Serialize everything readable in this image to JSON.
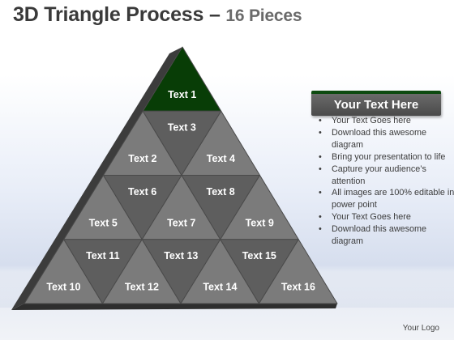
{
  "title": {
    "main": "3D Triangle Process – ",
    "sub": "16 Pieces"
  },
  "pieces": [
    "Text 1",
    "Text 2",
    "Text 3",
    "Text 4",
    "Text 5",
    "Text 6",
    "Text 7",
    "Text 8",
    "Text 9",
    "Text 10",
    "Text 11",
    "Text 12",
    "Text 13",
    "Text 14",
    "Text 15",
    "Text 16"
  ],
  "colors": {
    "highlight": "#083d06",
    "up_piece": "#7b7b7b",
    "down_piece": "#5e5e5e",
    "side_face": "#3c3c3c",
    "header_border": "#0d4a10"
  },
  "panel": {
    "header": "Your Text Here",
    "bullets": [
      "Your Text Goes here",
      "Download this awesome diagram",
      "Bring your presentation to life",
      "Capture your audience’s attention",
      "All images are 100% editable in power point",
      "Your Text Goes here",
      "Download this awesome diagram"
    ]
  },
  "logo": "Your Logo"
}
